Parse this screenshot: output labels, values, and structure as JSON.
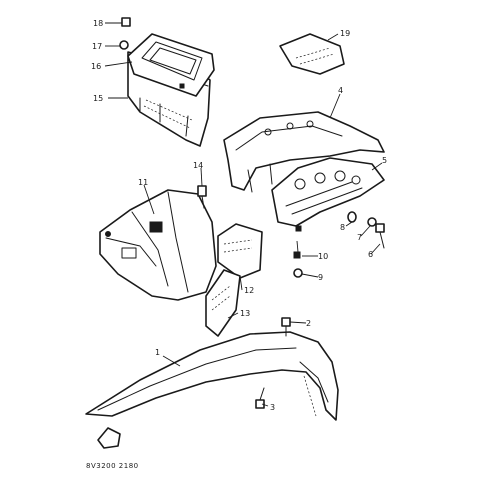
{
  "diagram": {
    "callouts": [
      "1",
      "2",
      "3",
      "4",
      "5",
      "6",
      "7",
      "8",
      "9",
      "10",
      "11",
      "12",
      "13",
      "14",
      "15",
      "16",
      "17",
      "18",
      "19"
    ],
    "code": "8V3200 2180"
  }
}
